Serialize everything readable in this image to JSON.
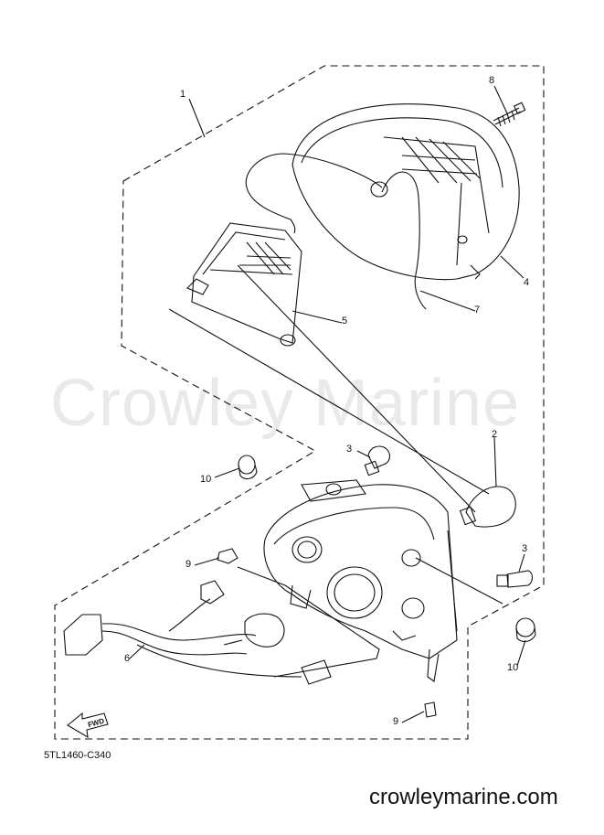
{
  "watermark": "Crowley Marine",
  "callouts": [
    {
      "id": "c1",
      "text": "1"
    },
    {
      "id": "c2",
      "text": "2"
    },
    {
      "id": "c3a",
      "text": "3"
    },
    {
      "id": "c3b",
      "text": "3"
    },
    {
      "id": "c4",
      "text": "4"
    },
    {
      "id": "c5",
      "text": "5"
    },
    {
      "id": "c6",
      "text": "6"
    },
    {
      "id": "c7",
      "text": "7"
    },
    {
      "id": "c8",
      "text": "8"
    },
    {
      "id": "c9a",
      "text": "9"
    },
    {
      "id": "c9b",
      "text": "9"
    },
    {
      "id": "c10a",
      "text": "10"
    },
    {
      "id": "c10b",
      "text": "10"
    }
  ],
  "fwd_label": "FWD",
  "diagram_code": "5TL1460-C340",
  "website": "crowleymarine.com"
}
